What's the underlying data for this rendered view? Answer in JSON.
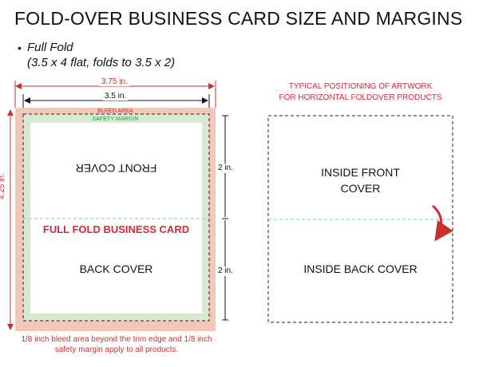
{
  "page": {
    "title": "FOLD-OVER BUSINESS CARD SIZE AND MARGINS"
  },
  "fold_section": {
    "bullet": "•",
    "heading": "Full Fold",
    "subheading": "(3.5 x 4 flat, folds to 3.5 x 2)"
  },
  "card_layout": {
    "bleed_width": "3.75 in.",
    "trim_width": "3.5 in.",
    "full_height": "4.25 in.",
    "bleed_area_label": "BLEED AREA",
    "safety_margin_label": "SAFETY MARGIN",
    "front_cover_label": "FRONT COVER",
    "card_title": "FULL FOLD BUSINESS CARD",
    "back_cover_label": "BACK COVER",
    "upper_half_height": "2 in.",
    "lower_half_height": "2 in.",
    "footnote": "1/8 inch bleed area beyond the trim edge and 1/8 inch safety margin apply to all products."
  },
  "positioning": {
    "header": "TYPICAL  POSITIONING OF ARTWORK\nFOR  HORIZONTAL FOLDOVER PRODUCTS",
    "inside_front": "INSIDE FRONT\nCOVER",
    "inside_back": "INSIDE BACK COVER"
  },
  "colors": {
    "bleed": "#f2c7b8",
    "safety": "#d7ead1",
    "fold_line": "#8fd3e6",
    "red_text": "#d62839",
    "green_text": "#2f9b4a"
  }
}
